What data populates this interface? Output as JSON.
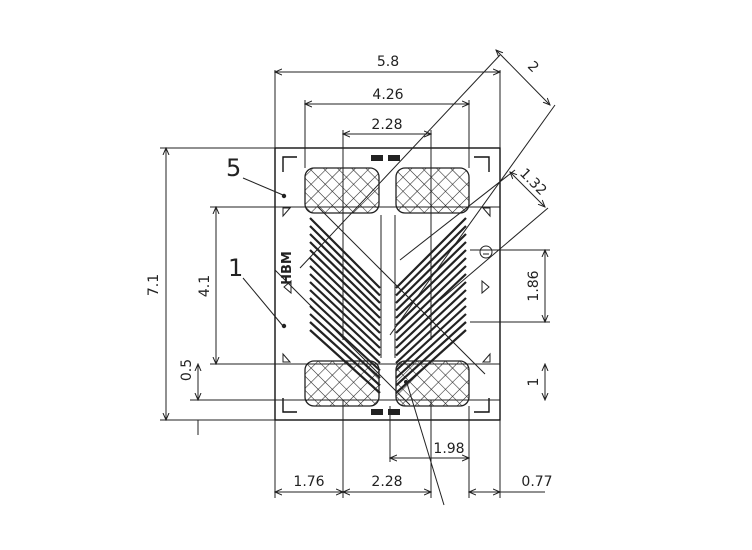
{
  "dimensions": {
    "overall_width": "5.8",
    "grid_width": "4.26",
    "inner_width": "2.28",
    "diagonal_1": "2",
    "diagonal_2": "1.32",
    "overall_height": "7.1",
    "grid_height": "4.1",
    "pad_height": "1.86",
    "bottom_offset": "0.5",
    "pad_gap": "1",
    "tab_width": "1.98",
    "bottom_left": "1.76",
    "bottom_center": "2.28",
    "bottom_right": "0.77"
  },
  "callouts": {
    "label_5": "5",
    "label_1": "1"
  },
  "logo": {
    "text": "HBM"
  },
  "colors": {
    "line": "#222222",
    "background": "#ffffff"
  }
}
